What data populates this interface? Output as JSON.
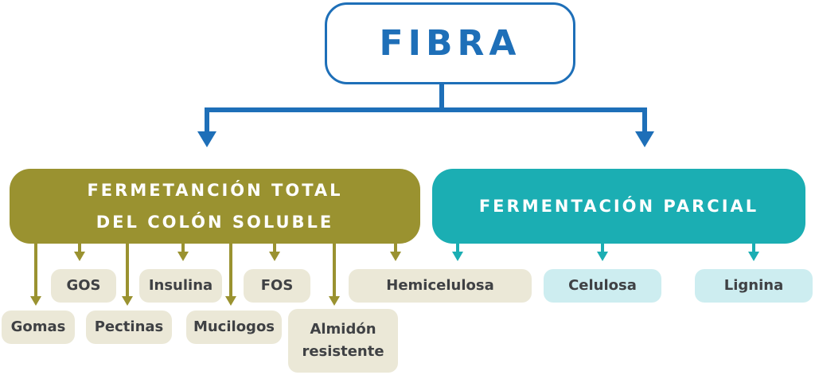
{
  "root": {
    "label": "FIBRA"
  },
  "categories": [
    {
      "line1": "FERMETANCIÓN TOTAL",
      "line2": "DEL COLÓN SOLUBLE"
    },
    {
      "line1": "FERMENTACIÓN PARCIAL"
    }
  ],
  "leaves_total": [
    "GOS",
    "Insulina",
    "FOS",
    "Gomas",
    "Pectinas",
    "Mucilogos",
    "Almidón",
    "resistente",
    "Hemicelulosa"
  ],
  "leaves_partial": [
    "Celulosa",
    "Lignina"
  ],
  "colors": {
    "root": "#1e6fb8",
    "total": "#9a9230",
    "partial": "#1baeb3",
    "leaf_olive": "#ebe8d7",
    "leaf_teal": "#cdedf0"
  }
}
